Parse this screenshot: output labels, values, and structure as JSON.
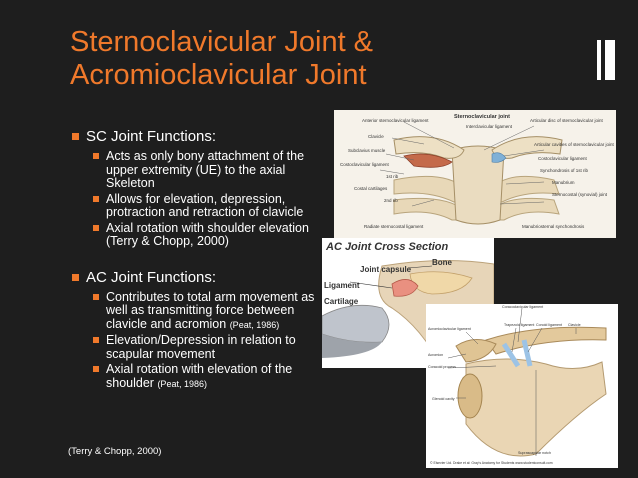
{
  "slide": {
    "title_line1": "Sternoclavicular Joint &",
    "title_line2": "Acromioclavicular Joint"
  },
  "sc_section": {
    "heading": "SC Joint Functions:",
    "items": [
      "Acts as only bony attachment of the upper extremity (UE) to the axial Skeleton",
      "Allows for elevation, depression, protraction and retraction of clavicle",
      "Axial rotation with shoulder elevation (Terry & Chopp, 2000)"
    ]
  },
  "ac_section": {
    "heading": "AC Joint Functions:",
    "items": [
      {
        "text": "Contributes to total arm movement as well as transmitting force between clavicle and acromion",
        "cite": "(Peat, 1986)"
      },
      {
        "text": "Elevation/Depression in relation to scapular movement",
        "cite": ""
      },
      {
        "text": "Axial rotation with elevation of the shoulder",
        "cite": "(Peat, 1986)"
      }
    ]
  },
  "footnote": "(Terry & Chopp, 2000)",
  "sc_figure": {
    "title": "Sternoclavicular joint",
    "labels": [
      "Anterior sternoclavicular ligament",
      "Clavicle",
      "Subclavius muscle",
      "Costoclavicular ligament",
      "1st rib",
      "Costal cartilages",
      "2nd rib",
      "Radiate sternocostal ligament",
      "Interclavicular ligament",
      "Articular disc of sternoclavicular joint",
      "Articular cavities of sternoclavicular joint",
      "Costoclavicular ligament",
      "Synchondrosis of 1st rib",
      "Manubrium",
      "Sternocostal (synovial) joint",
      "Manubriosternal synchondrosis"
    ]
  },
  "ac_figure": {
    "title": "AC Joint Cross Section",
    "labels": [
      "Bone",
      "Joint capsule",
      "Ligament",
      "Cartilage"
    ]
  },
  "shoulder_figure": {
    "labels": [
      "Coracoclavicular ligament",
      "Acromioclavicular ligament",
      "Trapezoid ligament",
      "Conoid ligament",
      "Clavicle",
      "Acromion",
      "Coracoid process",
      "Glenoid cavity",
      "Suprascapular notch"
    ],
    "credit": "© Elsevier Ltd. Drake et al: Gray's Anatomy for Students www.studentconsult.com"
  },
  "colors": {
    "accent": "#f0792b",
    "background": "#1e1e1e",
    "text": "#ffffff"
  }
}
